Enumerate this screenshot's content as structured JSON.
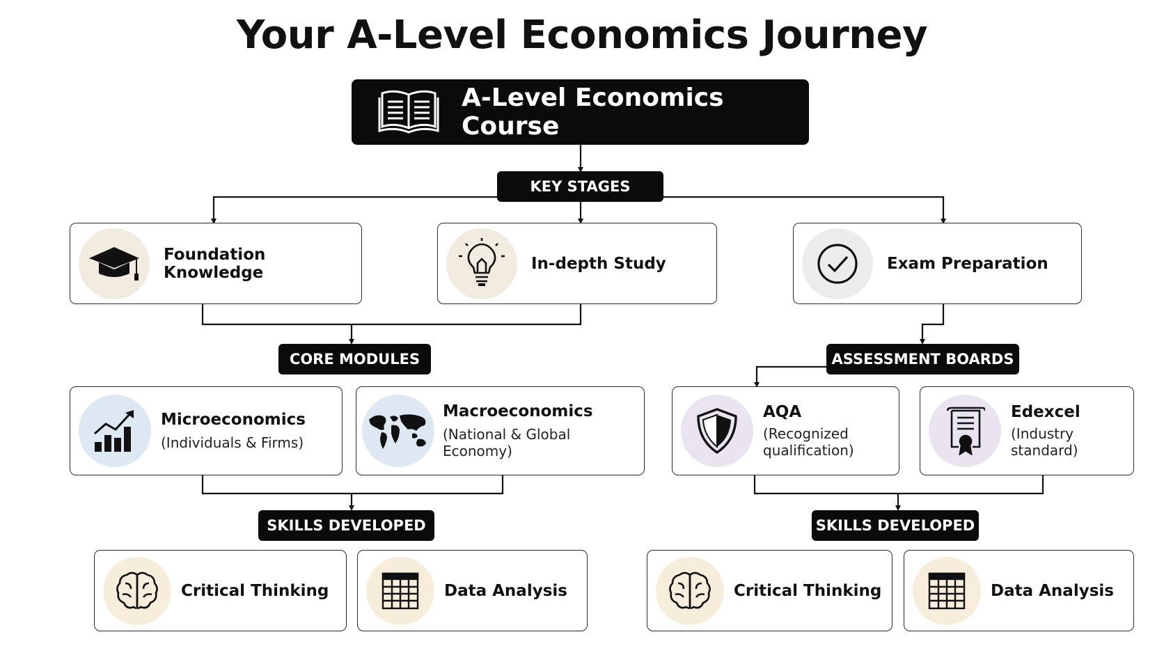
{
  "title": "Your A-Level Economics Journey",
  "root": {
    "label": "A-Level Economics Course",
    "icon": "open-book-icon"
  },
  "sections": {
    "key_stages": "KEY STAGES",
    "core_modules": "CORE MODULES",
    "assessment_boards": "ASSESSMENT BOARDS",
    "skills_left": "SKILLS DEVELOPED",
    "skills_right": "SKILLS DEVELOPED"
  },
  "stages": [
    {
      "label": "Foundation Knowledge",
      "icon": "graduation-cap-icon"
    },
    {
      "label": "In-depth Study",
      "icon": "lightbulb-icon"
    },
    {
      "label": "Exam Preparation",
      "icon": "checkmark-icon"
    }
  ],
  "modules": [
    {
      "title": "Microeconomics",
      "subtitle": "(Individuals & Firms)",
      "icon": "growth-chart-icon"
    },
    {
      "title": "Macroeconomics",
      "subtitle": "(National & Global Economy)",
      "icon": "world-map-icon"
    }
  ],
  "boards": [
    {
      "title": "AQA",
      "subtitle_line1": "(Recognized",
      "subtitle_line2": "qualification)",
      "icon": "shield-icon"
    },
    {
      "title": "Edexcel",
      "subtitle_line1": "(Industry",
      "subtitle_line2": "standard)",
      "icon": "certificate-icon"
    }
  ],
  "skills_left": [
    {
      "label": "Critical Thinking",
      "icon": "brain-icon"
    },
    {
      "label": "Data Analysis",
      "icon": "spreadsheet-icon"
    }
  ],
  "skills_right": [
    {
      "label": "Critical Thinking",
      "icon": "brain-icon"
    },
    {
      "label": "Data Analysis",
      "icon": "spreadsheet-icon"
    }
  ]
}
